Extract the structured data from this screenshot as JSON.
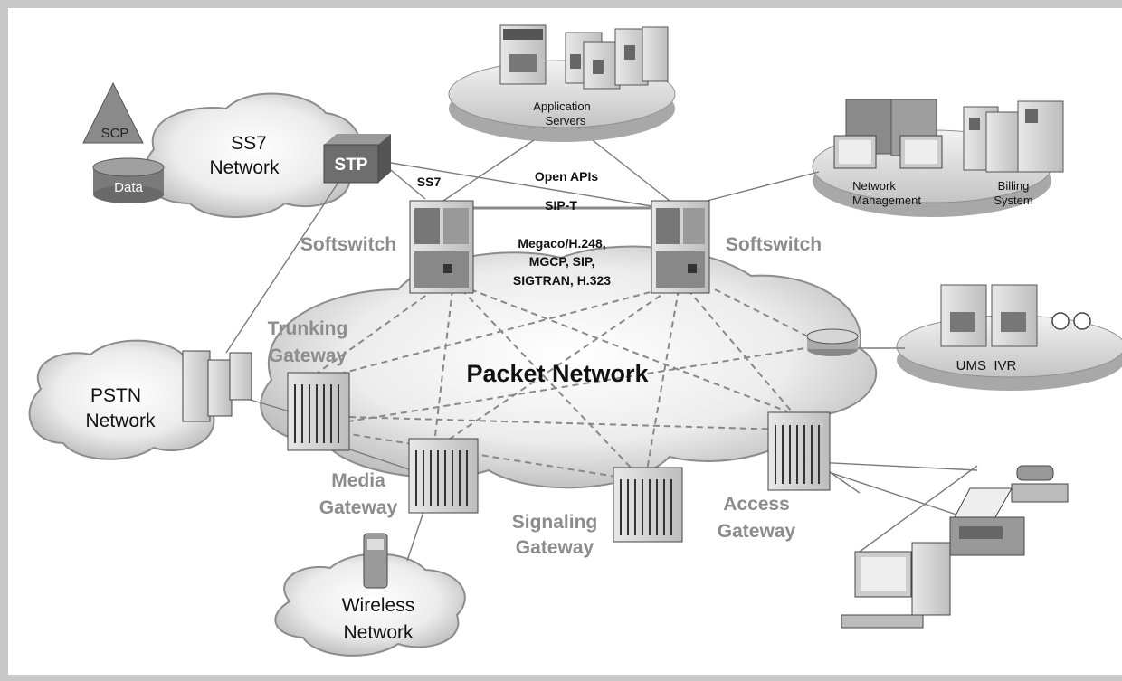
{
  "labels": {
    "scp": "SCP",
    "data": "Data",
    "ss7_network": [
      "SS7",
      "Network"
    ],
    "stp": "STP",
    "application_servers": [
      "Application",
      "Servers"
    ],
    "network_management": [
      "Network",
      "Management"
    ],
    "billing_system": [
      "Billing",
      "System"
    ],
    "open_apis": "Open APIs",
    "ss7": "SS7",
    "sip_t": "SIP-T",
    "protocols": [
      "Megaco/H.248,",
      "MGCP, SIP,",
      "SIGTRAN, H.323"
    ],
    "softswitch_left": "Softswitch",
    "softswitch_right": "Softswitch",
    "ums_ivr": "UMS  IVR",
    "trunking_gateway": [
      "Trunking",
      "Gateway"
    ],
    "packet_network": "Packet Network",
    "pstn_network": [
      "PSTN",
      "Network"
    ],
    "media_gateway": [
      "Media",
      "Gateway"
    ],
    "signaling_gateway": [
      "Signaling",
      "Gateway"
    ],
    "access_gateway": [
      "Access",
      "Gateway"
    ],
    "wireless_network": [
      "Wireless",
      "Network"
    ]
  }
}
